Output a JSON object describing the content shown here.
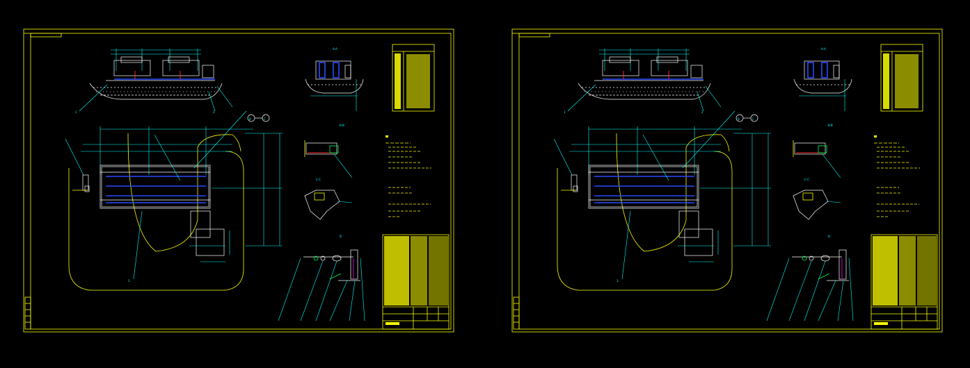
{
  "app": {
    "background": "#000000",
    "colors": {
      "frame": "#ffff00",
      "dimension": "#00ffff",
      "outline": "#ffffff",
      "part_blue": "#2a4bff",
      "part_red": "#ff2a2a",
      "part_green": "#00ff55",
      "part_magenta": "#ff00ff"
    }
  },
  "sheets": [
    {
      "id": "left",
      "callouts": [
        "B",
        "C"
      ]
    },
    {
      "id": "right",
      "callouts": [
        "B",
        "C"
      ]
    }
  ]
}
